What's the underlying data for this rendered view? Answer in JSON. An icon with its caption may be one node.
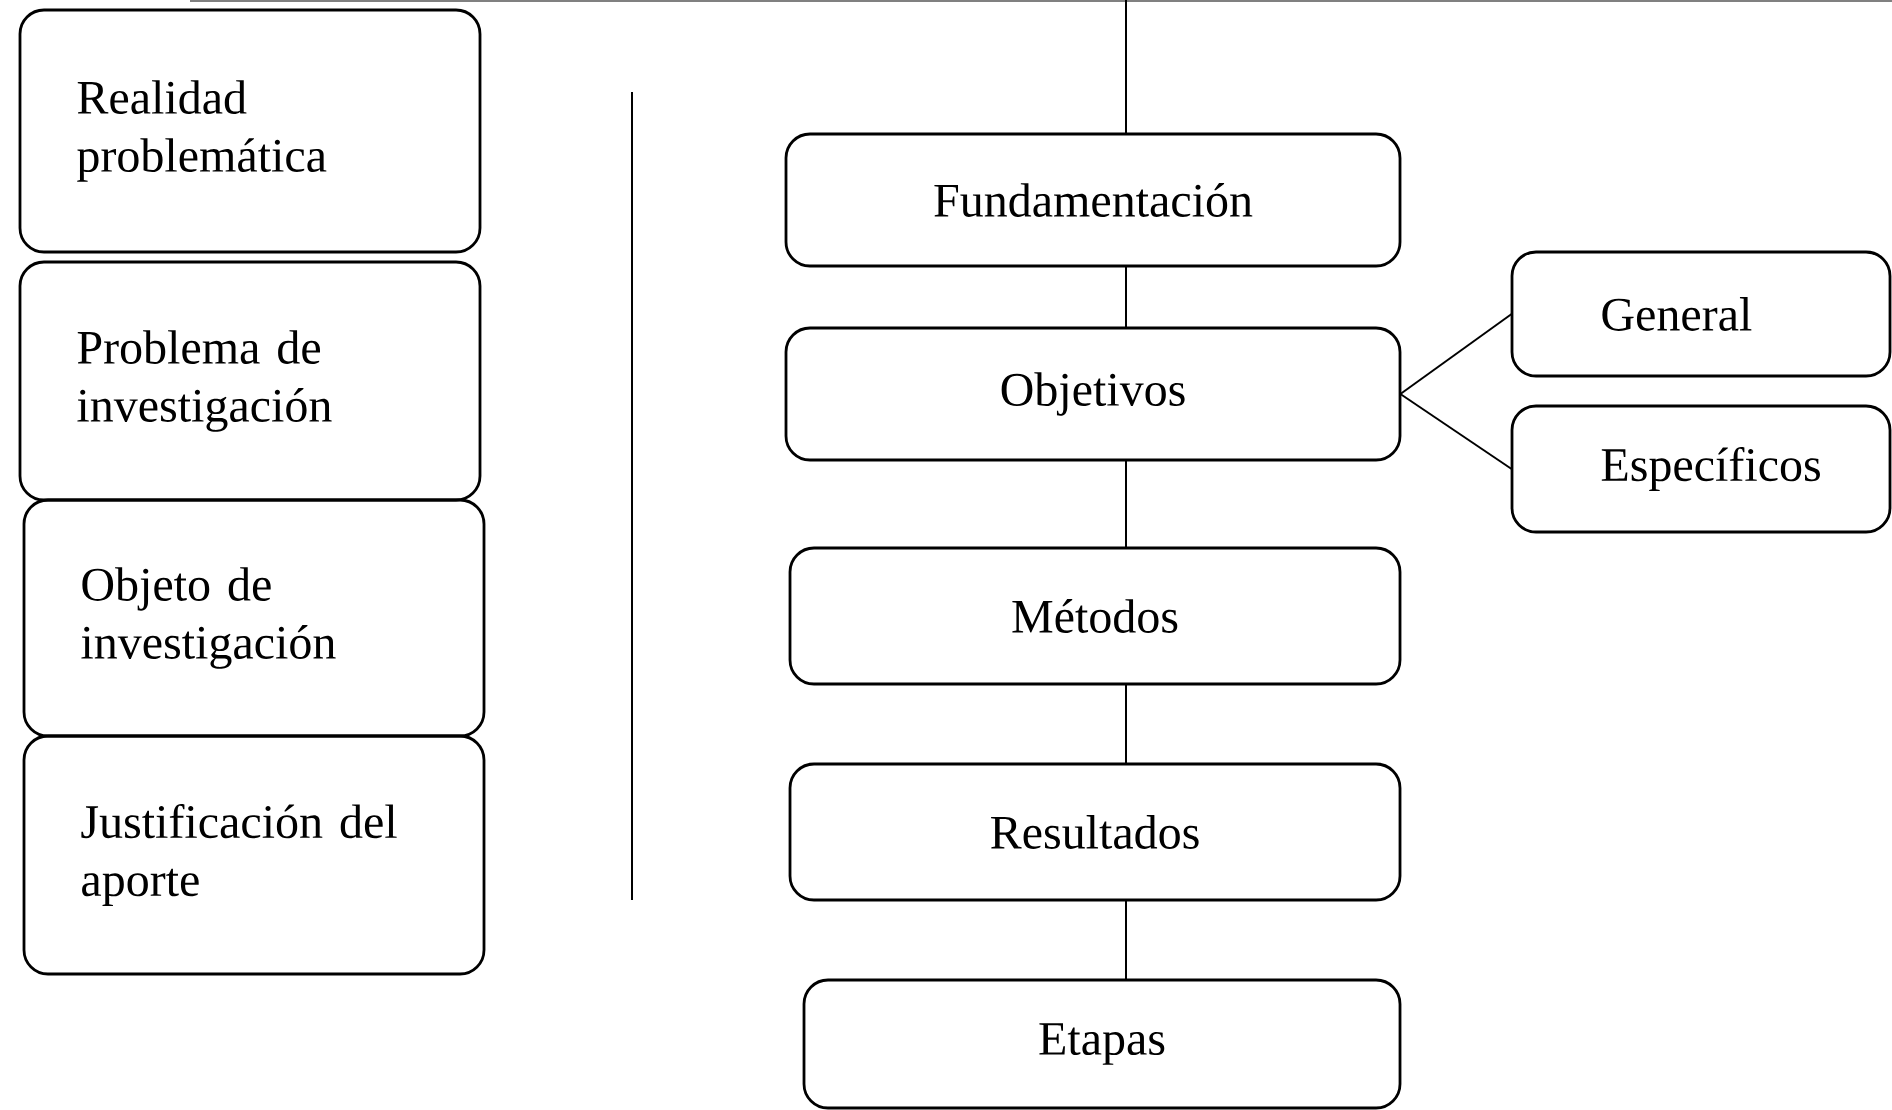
{
  "diagram": {
    "nodes": [
      {
        "text": [
          "Realidad problemática"
        ]
      },
      {
        "text": [
          "Problema de investigación"
        ]
      },
      {
        "text": [
          "Objeto de investigación"
        ]
      },
      {
        "text": [
          "Justificación del aporte"
        ]
      },
      {
        "text": [
          "Fundamentación"
        ]
      },
      {
        "text": [
          "Objetivos"
        ]
      },
      {
        "text": [
          "Métodos"
        ]
      },
      {
        "text": [
          "Resultados"
        ]
      },
      {
        "text": [
          "Etapas"
        ]
      },
      {
        "text": [
          "General"
        ]
      },
      {
        "text": [
          "Específicos"
        ]
      }
    ],
    "edges": [
      {
        "from": null,
        "to": 4,
        "arrow": "none"
      },
      {
        "from": 4,
        "to": 5,
        "arrow": "none"
      },
      {
        "from": 5,
        "to": 6,
        "arrow": "none"
      },
      {
        "from": 6,
        "to": 7,
        "arrow": "none"
      },
      {
        "from": 7,
        "to": 8,
        "arrow": "none"
      },
      {
        "from": 5,
        "to": 9,
        "arrow": "none"
      },
      {
        "from": 5,
        "to": 10,
        "arrow": "none"
      }
    ]
  }
}
